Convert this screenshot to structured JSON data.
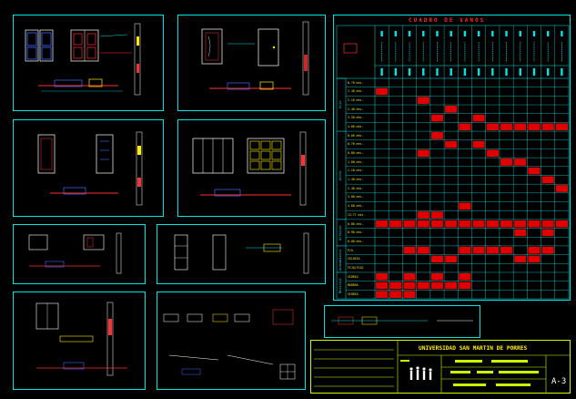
{
  "table": {
    "title": "CUADRO DE VANOS",
    "groups": [
      "Alto",
      "Ancho",
      "Alfeizar",
      "Acabamiento",
      "Material"
    ],
    "rows": [
      "0.70 mts.",
      "1.30 mts.",
      "2.10 mts.",
      "2.40 mts.",
      "3.50 mts.",
      "4.60 mts.",
      "0.60 mts.",
      "0.70 mts.",
      "0.80 mts.",
      "1.00 mts.",
      "1.20 mts.",
      "1.40 mts.",
      "2.40 mts.",
      "3.00 mts.",
      "4.60 mts.",
      "13.77 mts.",
      "0.80 mts.",
      "0.90 mts.",
      "0.00 mts.",
      "P/A",
      "CELOSIA",
      "FIJO/FIJO",
      "VIDRIO",
      "MADERA",
      "VIDRIO"
    ]
  },
  "title_block": {
    "university": "UNIVERSIDAD SAN MARTIN DE PORRES",
    "sheet_code": "A-3"
  },
  "colors": {
    "frame": "#00e5e5",
    "mark": "#e00000",
    "text": "#ffee00",
    "title_block": "#c8ff00"
  }
}
